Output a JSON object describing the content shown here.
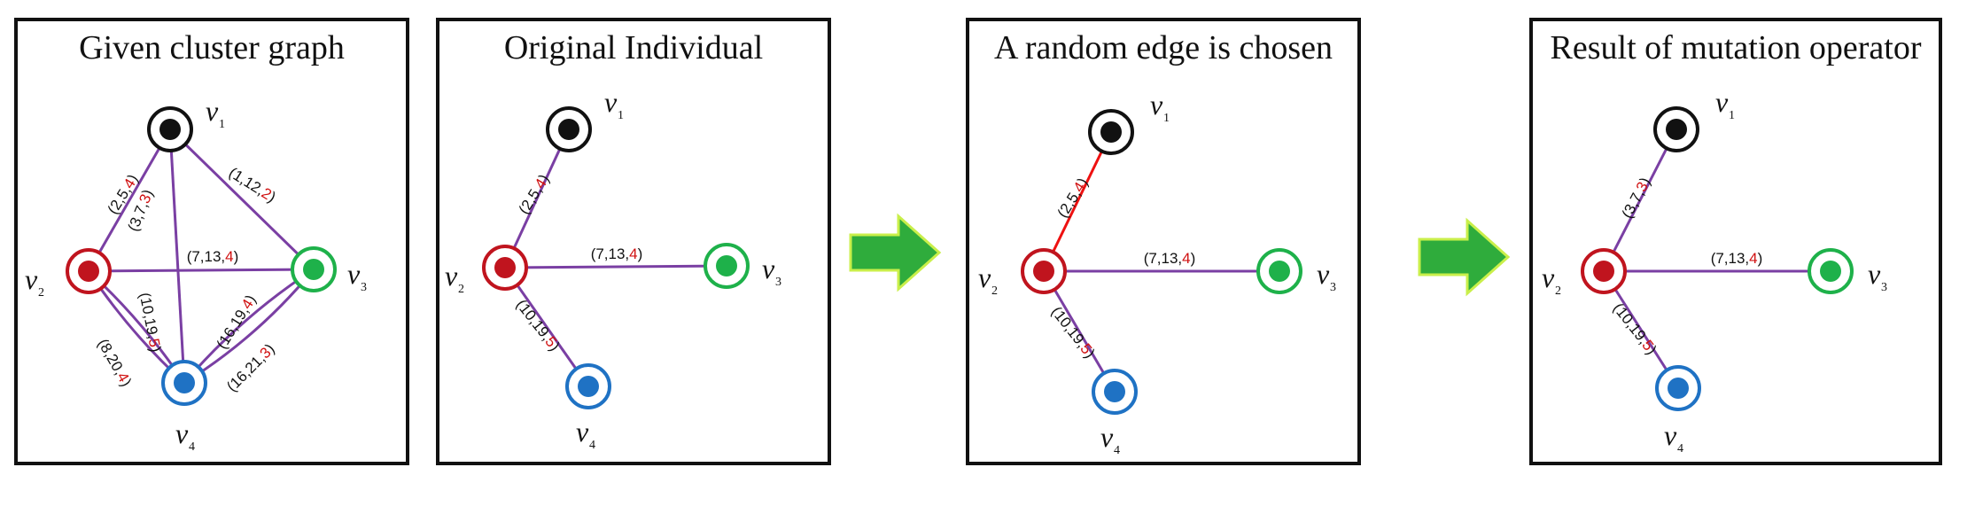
{
  "colors": {
    "edge": "#7a3fa3",
    "chosen_edge": "#ee1111",
    "highlight": "#d01010",
    "arrow_fill": "#2fac3c",
    "arrow_stroke": "#c9ef4a"
  },
  "vertices": {
    "v1": {
      "letter": "v",
      "sub": "1",
      "color": "#111111"
    },
    "v2": {
      "letter": "v",
      "sub": "2",
      "color": "#c0141e"
    },
    "v3": {
      "letter": "v",
      "sub": "3",
      "color": "#1eb14a"
    },
    "v4": {
      "letter": "v",
      "sub": "4",
      "color": "#1f72c4"
    }
  },
  "panels": [
    {
      "title": "Given cluster graph",
      "edges": [
        {
          "from": "v1",
          "to": "v2",
          "label": {
            "prefix": "(2,5,",
            "highlight": "4",
            "suffix": ")"
          }
        },
        {
          "from": "v1",
          "to": "v4",
          "label": {
            "prefix": "(3,7,",
            "highlight": "3",
            "suffix": ")"
          }
        },
        {
          "from": "v1",
          "to": "v3",
          "label": {
            "prefix": "(1,12,",
            "highlight": "2",
            "suffix": ")"
          }
        },
        {
          "from": "v2",
          "to": "v3",
          "label": {
            "prefix": "(7,13,",
            "highlight": "4",
            "suffix": ")"
          }
        },
        {
          "from": "v2",
          "to": "v4",
          "label": {
            "prefix": "(10,19,",
            "highlight": "5",
            "suffix": ")"
          }
        },
        {
          "from": "v2",
          "to": "v4",
          "label": {
            "prefix": "(8,20,",
            "highlight": "4",
            "suffix": ")"
          }
        },
        {
          "from": "v4",
          "to": "v3",
          "label": {
            "prefix": "(16,19,",
            "highlight": "4",
            "suffix": ")"
          }
        },
        {
          "from": "v4",
          "to": "v3",
          "label": {
            "prefix": "(16,21,",
            "highlight": "3",
            "suffix": ")"
          }
        }
      ]
    },
    {
      "title": "Original Individual",
      "edges": [
        {
          "from": "v1",
          "to": "v2",
          "label": {
            "prefix": "(2,5,",
            "highlight": "4",
            "suffix": ")"
          }
        },
        {
          "from": "v2",
          "to": "v3",
          "label": {
            "prefix": "(7,13,",
            "highlight": "4",
            "suffix": ")"
          }
        },
        {
          "from": "v2",
          "to": "v4",
          "label": {
            "prefix": "(10,19,",
            "highlight": "5",
            "suffix": ")"
          }
        }
      ]
    },
    {
      "title": "A random edge is chosen",
      "edges": [
        {
          "from": "v1",
          "to": "v2",
          "chosen": true,
          "label": {
            "prefix": "(2,5,",
            "highlight": "4",
            "suffix": ")"
          }
        },
        {
          "from": "v2",
          "to": "v3",
          "label": {
            "prefix": "(7,13,",
            "highlight": "4",
            "suffix": ")"
          }
        },
        {
          "from": "v2",
          "to": "v4",
          "label": {
            "prefix": "(10,19,",
            "highlight": "5",
            "suffix": ")"
          }
        }
      ]
    },
    {
      "title": "Result of mutation operator",
      "edges": [
        {
          "from": "v2",
          "to": "v1",
          "label": {
            "prefix": "(3,7,",
            "highlight": "3",
            "suffix": ")"
          }
        },
        {
          "from": "v2",
          "to": "v3",
          "label": {
            "prefix": "(7,13,",
            "highlight": "4",
            "suffix": ")"
          }
        },
        {
          "from": "v2",
          "to": "v4",
          "label": {
            "prefix": "(10,19,",
            "highlight": "5",
            "suffix": ")"
          }
        }
      ]
    }
  ],
  "arrows": [
    {
      "name": "transition-arrow-1"
    },
    {
      "name": "transition-arrow-2"
    }
  ]
}
